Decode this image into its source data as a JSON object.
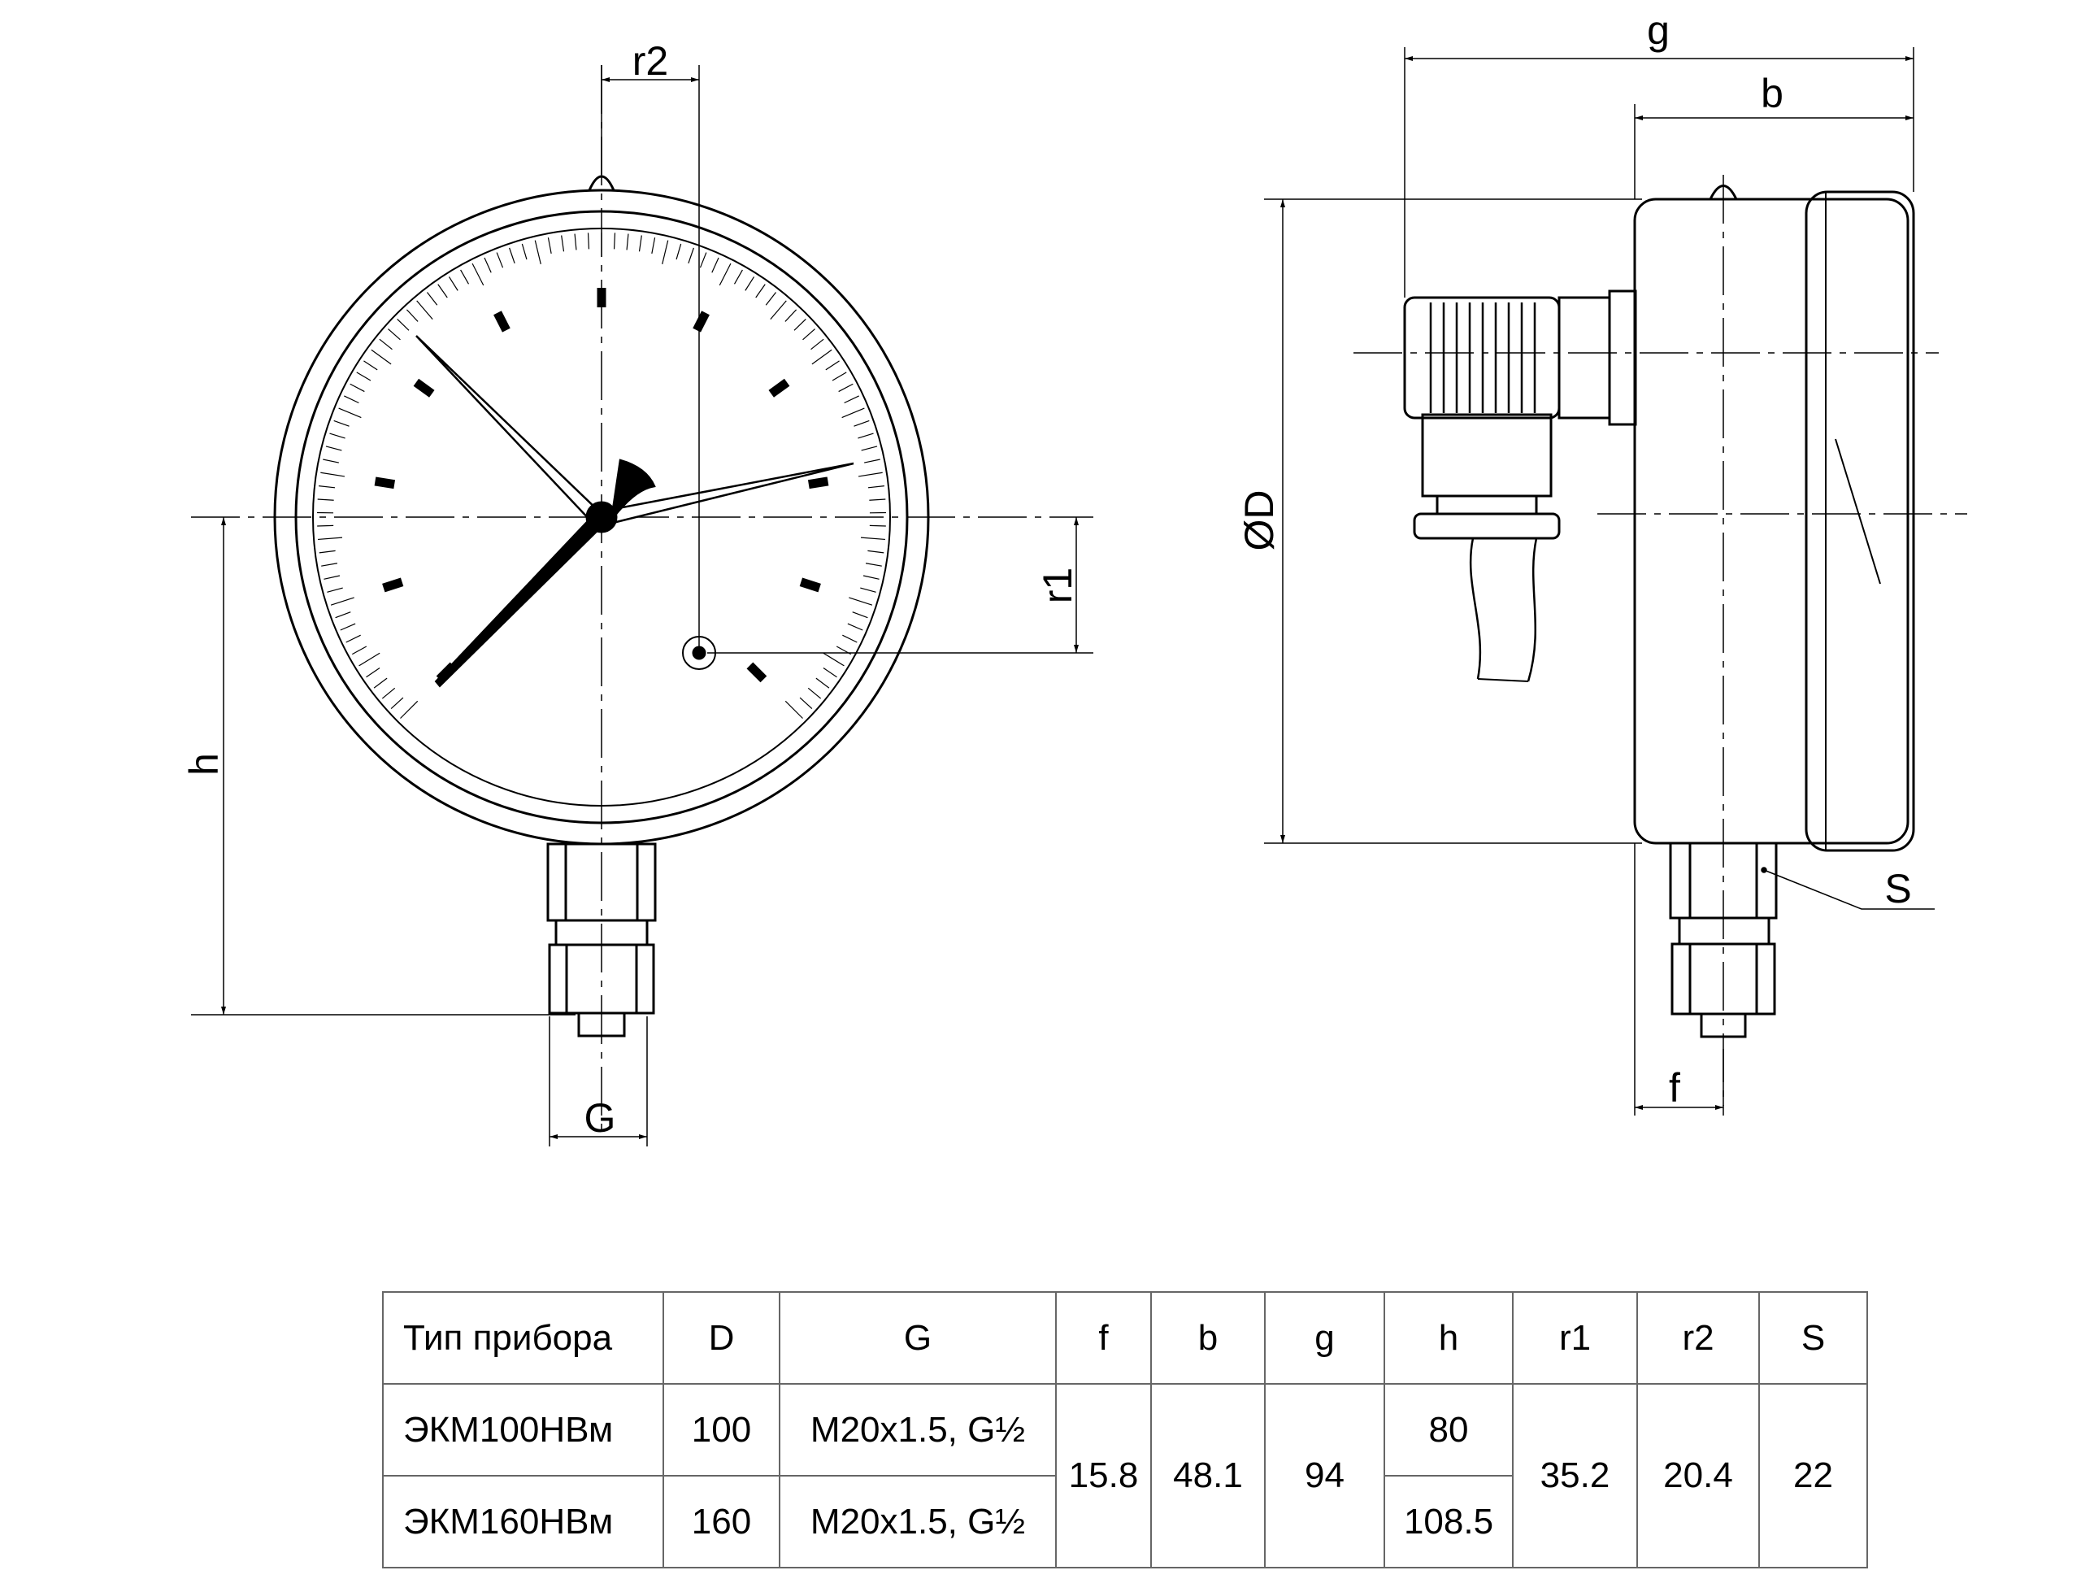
{
  "labels": {
    "r2": "r2",
    "r1": "r1",
    "h": "h",
    "G": "G",
    "g": "g",
    "b": "b",
    "D": "ØD",
    "S": "S",
    "f": "f"
  },
  "table": {
    "headers": [
      "Тип прибора",
      "D",
      "G",
      "f",
      "b",
      "g",
      "h",
      "r1",
      "r2",
      "S"
    ],
    "rows": [
      {
        "type": "ЭКМ100НВм",
        "D": "100",
        "G_main": "M20x1.5, G",
        "G_frac": "½",
        "h": "80"
      },
      {
        "type": "ЭКМ160НВм",
        "D": "160",
        "G_main": "M20x1.5, G",
        "G_frac": "½",
        "h": "108.5"
      }
    ],
    "shared": {
      "f": "15.8",
      "b": "48.1",
      "g": "94",
      "r1": "35.2",
      "r2": "20.4",
      "S": "22"
    }
  }
}
